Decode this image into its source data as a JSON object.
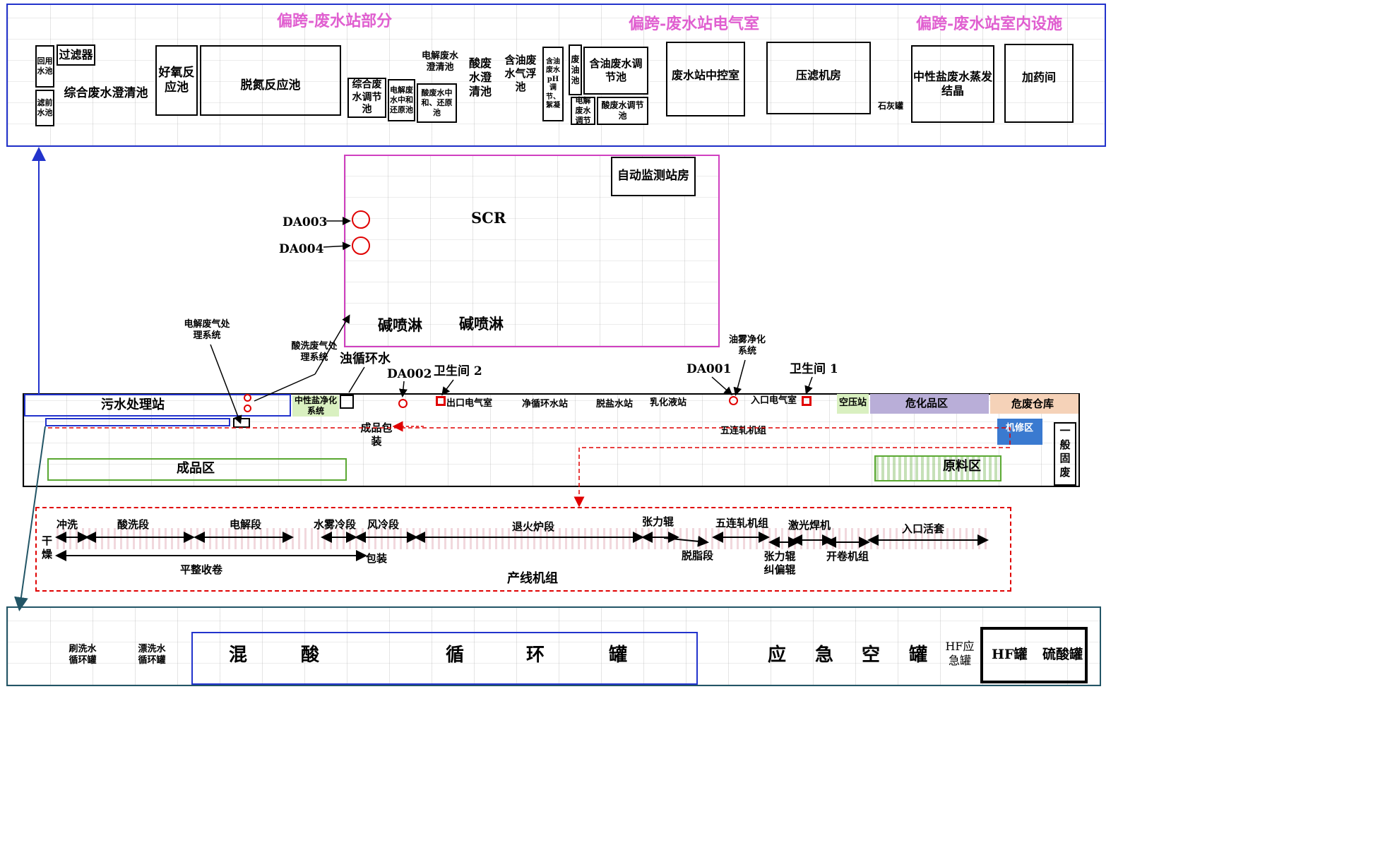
{
  "top_panel": {
    "headers": [
      "偏跨-废水站部分",
      "偏跨-废水站电气室",
      "偏跨-废水站室内设施"
    ],
    "labels": {
      "huiyong": "回用水池",
      "lvqian": "滤前水池",
      "guolvqi": "过滤器",
      "zonghe_cq": "综合废水澄清池",
      "haoyang": "好氧反应池",
      "tuodan": "脱氮反应池",
      "zonghe_tj": "综合废水调节池",
      "dianjie_zh": "电解废水中和还原池",
      "dianjie_cq": "电解废水澄清池",
      "suan_zh": "酸废水中和、还原池",
      "suan_cq": "酸废水澄清池",
      "hanyou_qf": "含油废水气浮池",
      "hanyou_ph": "含油废水pH调节、絮凝",
      "feiyou": "废油池",
      "hanyou_tj": "含油废水调节池",
      "dianjie_tj": "电解废水调节",
      "suan_tj": "酸废水调节池",
      "zhongkong": "废水站中控室",
      "yalv": "压滤机房",
      "shihui": "石灰罐",
      "zhengfa": "中性盐废水蒸发结晶",
      "jiayao": "加药间"
    }
  },
  "middle_panel": {
    "title": "自动监测站房",
    "scr": "SCR",
    "da003": "DA003",
    "da004": "DA004",
    "jian1": "碱喷淋",
    "jian2": "碱喷淋"
  },
  "plant": {
    "callouts": {
      "dianjie_fq": "电解废气处理系统",
      "suanxi_fq": "酸洗废气处理系统",
      "zhuo": "浊循环水",
      "da002": "DA002",
      "wsj2": "卫生间 2",
      "da001": "DA001",
      "youwu": "油雾净化系统",
      "wsj1": "卫生间 1"
    },
    "areas": {
      "wushui": "污水处理站",
      "zhongxing": "中性盐净化系统",
      "chukou": "出口电气室",
      "jingxun": "净循环水站",
      "tuoyan": "脱盐水站",
      "ruhua": "乳化液站",
      "rukou": "入口电气室",
      "kongya": "空压站",
      "weihua": "危化品区",
      "weifei": "危废仓库",
      "jixiu": "机修区",
      "yiban": "一般固废",
      "chengpin_bz": "成品包装",
      "wulian": "五连轧机组",
      "chengpinqu": "成品区",
      "yuanliao": "原料区"
    }
  },
  "line": {
    "top": [
      "冲洗",
      "酸洗段",
      "电解段",
      "水雾冷段",
      "风冷段",
      "退火炉段",
      "张力辊",
      "五连轧机组",
      "激光焊机",
      "入口活套"
    ],
    "bottom": [
      "干燥",
      "平整收卷",
      "包装",
      "脱脂段",
      "张力辊纠偏辊",
      "开卷机组"
    ],
    "caption": "产线机组"
  },
  "bottom_panel": {
    "shuaxi": "刷洗水循环罐",
    "piaoxi": "漂洗水循环罐",
    "hunsuan": [
      "混",
      "酸",
      "循",
      "环",
      "罐"
    ],
    "yingji": [
      "应",
      "急",
      "空",
      "罐"
    ],
    "hf_yj": "HF应急罐",
    "hf": "HF罐",
    "liusuan": "硫酸罐"
  },
  "colors": {
    "blue_frame": "#2233cc",
    "red": "#e00000",
    "magenta": "#d040c0",
    "green": "#5aa832",
    "accent_blue": "#3a7ad0"
  }
}
